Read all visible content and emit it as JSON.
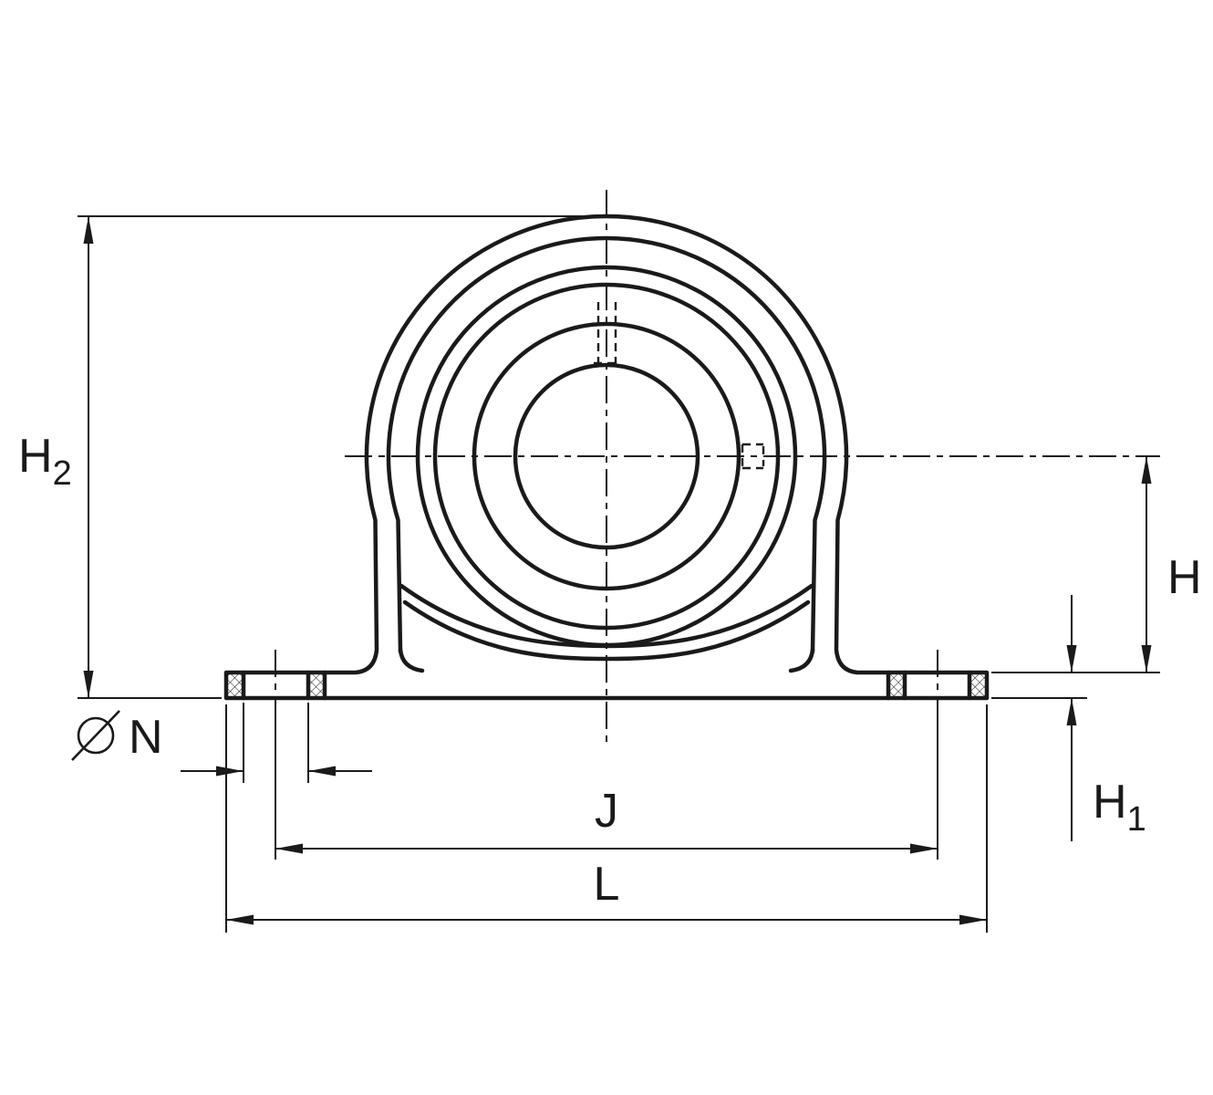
{
  "meta": {
    "drawing_type": "pillow-block-bearing-unit-front-view",
    "background_color": "#ffffff",
    "line_color": "#1a1a1a"
  },
  "dimensions": {
    "h2": {
      "base": "H",
      "sub": "2"
    },
    "h": {
      "base": "H"
    },
    "h1": {
      "base": "H",
      "sub": "1"
    },
    "n": {
      "symbol": "diameter-symbol",
      "label": "N"
    },
    "j": {
      "label": "J"
    },
    "l": {
      "label": "L"
    }
  }
}
